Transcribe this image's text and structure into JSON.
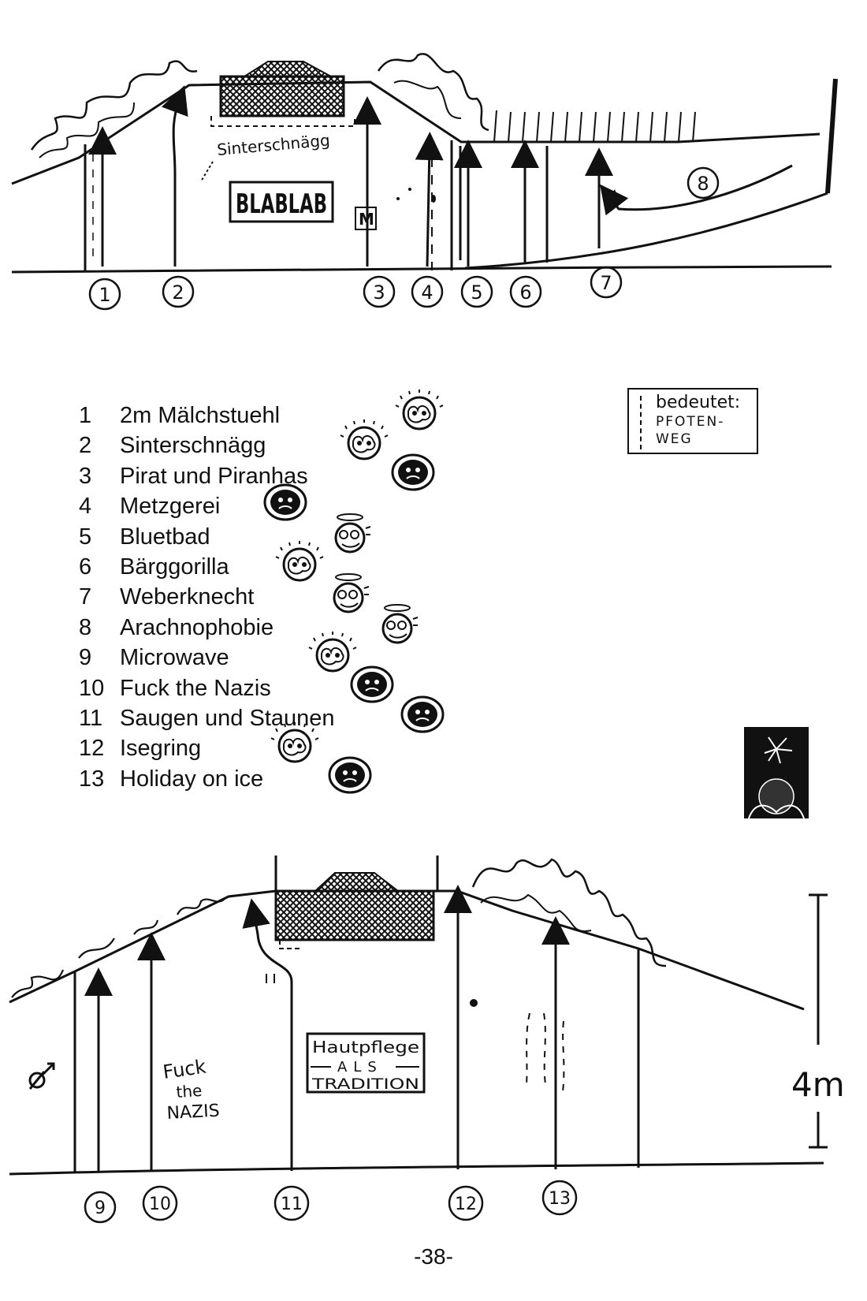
{
  "top_wall": {
    "route_markers": [
      "1",
      "2",
      "3",
      "4",
      "5",
      "6",
      "7",
      "8"
    ],
    "sector_label": "Sinterschnägg",
    "sign_text": "BLABLAB",
    "small_sign": "M"
  },
  "grade_icons": {
    "note": "",
    "style": {
      "fluffy": "#111111",
      "dark": "#111111",
      "halo": "#111111"
    }
  },
  "routes": [
    {
      "number": "1",
      "name": "2m Mälchstuehl",
      "icon": "fluffy"
    },
    {
      "number": "2",
      "name": "Sinterschnägg",
      "icon": "fluffy"
    },
    {
      "number": "3",
      "name": "Pirat und Piranhas",
      "icon": "dark"
    },
    {
      "number": "4",
      "name": "Metzgerei",
      "icon": "dark"
    },
    {
      "number": "5",
      "name": "Bluetbad",
      "icon": "halo"
    },
    {
      "number": "6",
      "name": "Bärggorilla",
      "icon": "fluffy"
    },
    {
      "number": "7",
      "name": "Weberknecht",
      "icon": "halo"
    },
    {
      "number": "8",
      "name": "Arachnophobie",
      "icon": "halo"
    },
    {
      "number": "9",
      "name": "Microwave",
      "icon": "fluffy"
    },
    {
      "number": "10",
      "name": "Fuck the Nazis",
      "icon": "dark"
    },
    {
      "number": "11",
      "name": "Saugen und Staunen",
      "icon": "dark"
    },
    {
      "number": "12",
      "name": "Isegring",
      "icon": "fluffy"
    },
    {
      "number": "13",
      "name": "Holiday on ice",
      "icon": "dark"
    }
  ],
  "legend": {
    "line1": "bedeutet:",
    "line2": "PFOTEN-",
    "line3": "WEG"
  },
  "bottom_wall": {
    "route_markers": [
      "9",
      "10",
      "11",
      "12",
      "13"
    ],
    "graffiti_line1": "Fuck",
    "graffiti_line2": "the",
    "graffiti_line3": "NAZIS",
    "sign_line1": "Hautpflege",
    "sign_line2": "ALS",
    "sign_line3": "TRADITION",
    "height_label": "4m"
  },
  "footer": {
    "page_number": "-38-"
  }
}
